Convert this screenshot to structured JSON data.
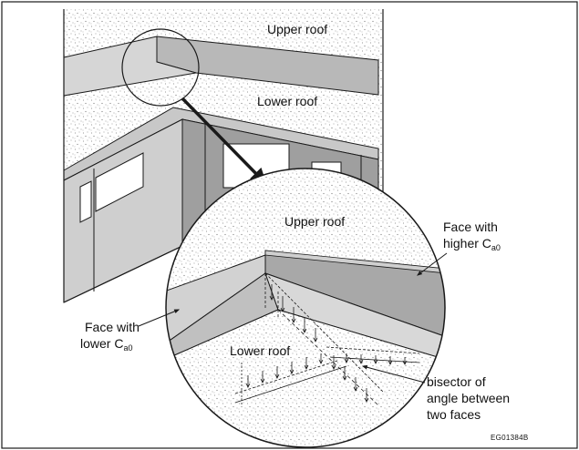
{
  "figure": {
    "labels": {
      "upper_roof_top": "Upper roof",
      "lower_roof_top": "Lower roof",
      "upper_roof_zoom": "Upper roof",
      "lower_roof_zoom": "Lower roof",
      "face_higher_line1": "Face with",
      "face_higher_line2": "higher C",
      "face_higher_sub": "a0",
      "face_lower_line1": "Face with",
      "face_lower_line2": "lower C",
      "face_lower_sub": "a0",
      "bisector_line1": "bisector of",
      "bisector_line2": "angle between",
      "bisector_line3": "two faces",
      "figure_code": "EG01384B"
    },
    "colors": {
      "stipple": "#8a8a8a",
      "face_gray": "#b8b8b8",
      "face_light": "#d4d4d4",
      "face_dark": "#9e9e9e",
      "line": "#1a1a1a"
    }
  }
}
